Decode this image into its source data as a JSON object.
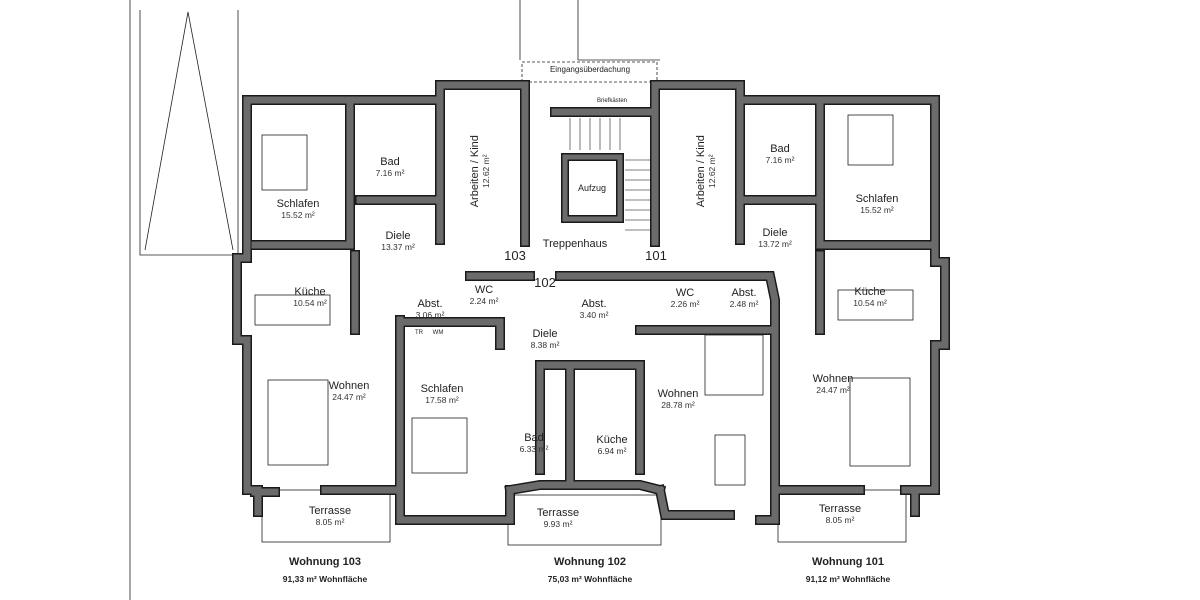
{
  "colors": {
    "wall": "#6b6b6b",
    "outline": "#1a1a1a",
    "background": "#ffffff"
  },
  "labels": {
    "entrance_canopy": "Eingangsüberdachung",
    "mailboxes": "Briefkästen",
    "elevator": "Aufzug",
    "stairwell": "Treppenhaus",
    "door_103": "103",
    "door_102": "102",
    "door_101": "101",
    "tr": "TR",
    "wm": "WM"
  },
  "rooms": [
    {
      "name": "Schlafen",
      "area": "15.52 m²"
    },
    {
      "name": "Bad",
      "area": "7.16 m²"
    },
    {
      "name": "Arbeiten / Kind",
      "area": "12.62 m²"
    },
    {
      "name": "Diele",
      "area": "13.37 m²"
    },
    {
      "name": "Küche",
      "area": "10.54 m²"
    },
    {
      "name": "Abst.",
      "area": "3.06 m²"
    },
    {
      "name": "WC",
      "area": "2.24 m²"
    },
    {
      "name": "Wohnen",
      "area": "24.47 m²"
    },
    {
      "name": "Terrasse",
      "area": "8.05 m²"
    },
    {
      "name": "Schlafen",
      "area": "17.58 m²"
    },
    {
      "name": "Diele",
      "area": "8.38 m²"
    },
    {
      "name": "Abst.",
      "area": "3.40 m²"
    },
    {
      "name": "Bad",
      "area": "6.33 m²"
    },
    {
      "name": "Küche",
      "area": "6.94 m²"
    },
    {
      "name": "Wohnen",
      "area": "28.78 m²"
    },
    {
      "name": "Terrasse",
      "area": "9.93 m²"
    },
    {
      "name": "Arbeiten / Kind",
      "area": "12.62 m²"
    },
    {
      "name": "Bad",
      "area": "7.16 m²"
    },
    {
      "name": "Schlafen",
      "area": "15.52 m²"
    },
    {
      "name": "Diele",
      "area": "13.72 m²"
    },
    {
      "name": "WC",
      "area": "2.26 m²"
    },
    {
      "name": "Abst.",
      "area": "2.48 m²"
    },
    {
      "name": "Küche",
      "area": "10.54 m²"
    },
    {
      "name": "Wohnen",
      "area": "24.47 m²"
    },
    {
      "name": "Terrasse",
      "area": "8.05 m²"
    }
  ],
  "units": [
    {
      "title": "Wohnung 103",
      "area": "91,33 m² Wohnfläche"
    },
    {
      "title": "Wohnung 102",
      "area": "75,03 m² Wohnfläche"
    },
    {
      "title": "Wohnung 101",
      "area": "91,12 m² Wohnfläche"
    }
  ]
}
